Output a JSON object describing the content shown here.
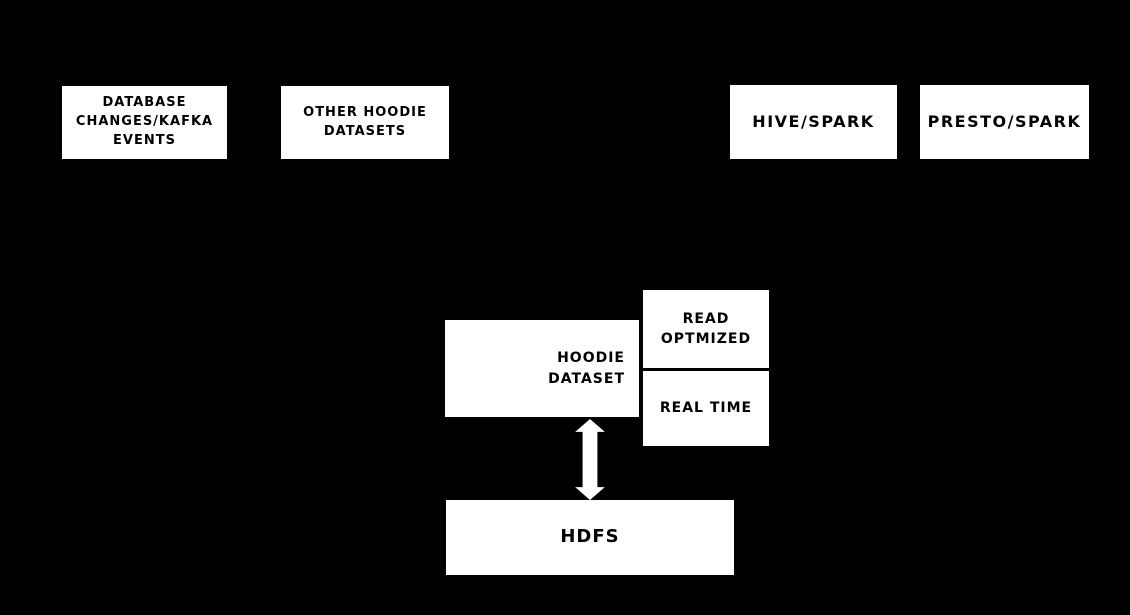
{
  "diagram": {
    "colors": {
      "background": "#000000",
      "node_fill": "#ffffff",
      "node_text": "#000000",
      "arrow": "#ffffff"
    },
    "nodes": {
      "database_changes": {
        "label": "DATABASE\nCHANGES/KAFKA\nEVENTS"
      },
      "other_hoodie_datasets": {
        "label": "OTHER HOODIE\nDATASETS"
      },
      "hive_spark": {
        "label": "HIVE/SPARK"
      },
      "presto_spark": {
        "label": "PRESTO/SPARK"
      },
      "hoodie_dataset": {
        "label": "HOODIE\nDATASET"
      },
      "read_optimized": {
        "label": "READ\nOPTMIZED"
      },
      "real_time": {
        "label": "REAL TIME"
      },
      "hdfs": {
        "label": "HDFS"
      }
    },
    "connectors": {
      "hoodie_hdfs": {
        "type": "double-headed-arrow",
        "orientation": "vertical",
        "from": "hoodie_dataset",
        "to": "hdfs",
        "color": "#ffffff"
      }
    }
  }
}
